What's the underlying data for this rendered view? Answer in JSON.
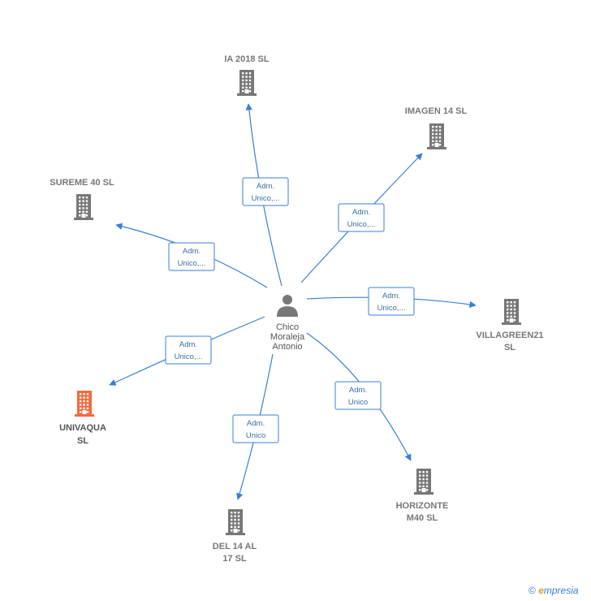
{
  "center": {
    "lines": [
      "Chico",
      "Moraleja",
      "Antonio"
    ]
  },
  "companies": [
    {
      "id": "ia2018",
      "lines": [
        "IA 2018  SL"
      ],
      "highlight": false
    },
    {
      "id": "imagen14",
      "lines": [
        "IMAGEN 14  SL"
      ],
      "highlight": false
    },
    {
      "id": "sureme40",
      "lines": [
        "SUREME 40  SL"
      ],
      "highlight": false
    },
    {
      "id": "villagreen21",
      "lines": [
        "VILLAGREEN21",
        "SL"
      ],
      "highlight": false
    },
    {
      "id": "univaqua",
      "lines": [
        "UNIVAQUA",
        "SL"
      ],
      "highlight": true
    },
    {
      "id": "horizonte",
      "lines": [
        "HORIZONTE",
        "M40 SL"
      ],
      "highlight": false
    },
    {
      "id": "del14al17",
      "lines": [
        "DEL 14 AL",
        "17  SL"
      ],
      "highlight": false
    }
  ],
  "relations": [
    {
      "to": "ia2018",
      "lines": [
        "Adm.",
        "Unico,..."
      ]
    },
    {
      "to": "imagen14",
      "lines": [
        "Adm.",
        "Unico,..."
      ]
    },
    {
      "to": "sureme40",
      "lines": [
        "Adm.",
        "Unico,..."
      ]
    },
    {
      "to": "villagreen21",
      "lines": [
        "Adm.",
        "Unico,..."
      ]
    },
    {
      "to": "univaqua",
      "lines": [
        "Adm.",
        "Unico,..."
      ]
    },
    {
      "to": "horizonte",
      "lines": [
        "Adm.",
        "Unico"
      ]
    },
    {
      "to": "del14al17",
      "lines": [
        "Adm.",
        "Unico"
      ]
    }
  ],
  "colors": {
    "edge": "#3a7fd5",
    "building": "#777777",
    "highlight": "#f26a3d",
    "person": "#777777"
  },
  "icons": {
    "company": "building-icon",
    "person": "person-icon"
  },
  "watermark": {
    "symbol": "©",
    "brand_e": "e",
    "brand_rest": "mpresia"
  }
}
